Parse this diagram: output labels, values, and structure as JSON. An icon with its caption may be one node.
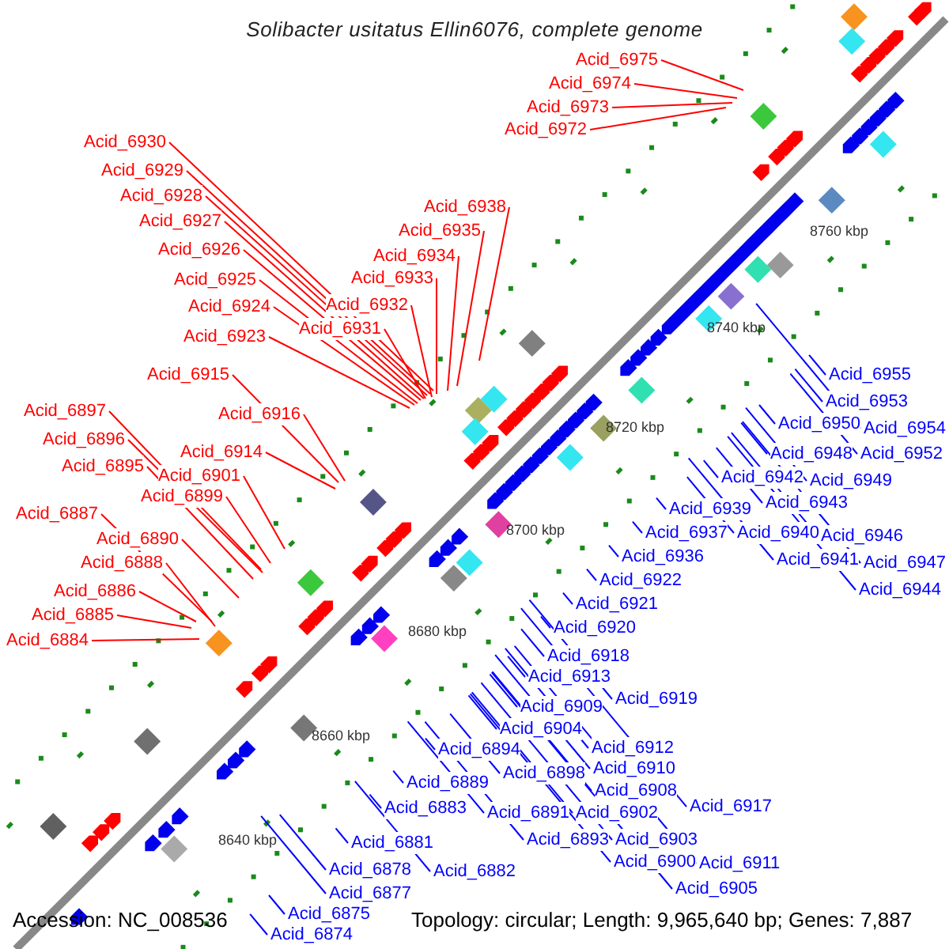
{
  "diagram": {
    "title": "Solibacter usitatus Ellin6076, complete genome",
    "nodes": [
      {
        "text": [
          "Acid_6975"
        ]
      },
      {
        "text": [
          "Acid_6974"
        ]
      },
      {
        "text": [
          "Acid_6973"
        ]
      },
      {
        "text": [
          "Acid_6972"
        ]
      },
      {
        "text": [
          "Acid_6930"
        ]
      },
      {
        "text": [
          "Acid_6929"
        ]
      },
      {
        "text": [
          "Acid_6928"
        ]
      },
      {
        "text": [
          "Acid_6938"
        ]
      },
      {
        "text": [
          "Acid_6927"
        ]
      },
      {
        "text": [
          "Acid_6935"
        ]
      },
      {
        "text": [
          "Acid_6926"
        ]
      },
      {
        "text": [
          "Acid_6934"
        ]
      },
      {
        "text": [
          "Acid_6933"
        ]
      },
      {
        "text": [
          "Acid_6925"
        ]
      },
      {
        "text": [
          "Acid_6932"
        ]
      },
      {
        "text": [
          "Acid_6924"
        ]
      },
      {
        "text": [
          "Acid_6931"
        ]
      },
      {
        "text": [
          "Acid_6923"
        ]
      },
      {
        "text": [
          "Acid_6915"
        ]
      },
      {
        "text": [
          "Acid_6955"
        ]
      },
      {
        "text": [
          "Acid_6953"
        ]
      },
      {
        "text": [
          "Acid_6897"
        ]
      },
      {
        "text": [
          "Acid_6916"
        ]
      },
      {
        "text": [
          "Acid_6950"
        ]
      },
      {
        "text": [
          "Acid_6954"
        ]
      },
      {
        "text": [
          "Acid_6896"
        ]
      },
      {
        "text": [
          "Acid_6914"
        ]
      },
      {
        "text": [
          "Acid_6948"
        ]
      },
      {
        "text": [
          "Acid_6952"
        ]
      },
      {
        "text": [
          "Acid_6895"
        ]
      },
      {
        "text": [
          "Acid_6901"
        ]
      },
      {
        "text": [
          "Acid_6942"
        ]
      },
      {
        "text": [
          "Acid_6949"
        ]
      },
      {
        "text": [
          "Acid_6899"
        ]
      },
      {
        "text": [
          "Acid_6943"
        ]
      },
      {
        "text": [
          "Acid_6939"
        ]
      },
      {
        "text": [
          "Acid_6887"
        ]
      },
      {
        "text": [
          "Acid_6937"
        ]
      },
      {
        "text": [
          "Acid_6940"
        ]
      },
      {
        "text": [
          "Acid_6946"
        ]
      },
      {
        "text": [
          "Acid_6890"
        ]
      },
      {
        "text": [
          "Acid_6936"
        ]
      },
      {
        "text": [
          "Acid_6941"
        ]
      },
      {
        "text": [
          "Acid_6888"
        ]
      },
      {
        "text": [
          "Acid_6947"
        ]
      },
      {
        "text": [
          "Acid_6922"
        ]
      },
      {
        "text": [
          "Acid_6944"
        ]
      },
      {
        "text": [
          "Acid_6886"
        ]
      },
      {
        "text": [
          "Acid_6921"
        ]
      },
      {
        "text": [
          "Acid_6885"
        ]
      },
      {
        "text": [
          "Acid_6920"
        ]
      },
      {
        "text": [
          "Acid_6884"
        ]
      },
      {
        "text": [
          "Acid_6918"
        ]
      },
      {
        "text": [
          "Acid_6913"
        ]
      },
      {
        "text": [
          "Acid_6919"
        ]
      },
      {
        "text": [
          "Acid_6909"
        ]
      },
      {
        "text": [
          "Acid_6904"
        ]
      },
      {
        "text": [
          "Acid_6912"
        ]
      },
      {
        "text": [
          "Acid_6894"
        ]
      },
      {
        "text": [
          "Acid_6910"
        ]
      },
      {
        "text": [
          "Acid_6898"
        ]
      },
      {
        "text": [
          "Acid_6889"
        ]
      },
      {
        "text": [
          "Acid_6908"
        ]
      },
      {
        "text": [
          "Acid_6917"
        ]
      },
      {
        "text": [
          "Acid_6883"
        ]
      },
      {
        "text": [
          "Acid_6891"
        ]
      },
      {
        "text": [
          "Acid_6902"
        ]
      },
      {
        "text": [
          "Acid_6893"
        ]
      },
      {
        "text": [
          "Acid_6903"
        ]
      },
      {
        "text": [
          "Acid_6881"
        ]
      },
      {
        "text": [
          "Acid_6900"
        ]
      },
      {
        "text": [
          "Acid_6911"
        ]
      },
      {
        "text": [
          "Acid_6878"
        ]
      },
      {
        "text": [
          "Acid_6882"
        ]
      },
      {
        "text": [
          "Acid_6905"
        ]
      },
      {
        "text": [
          "Acid_6877"
        ]
      },
      {
        "text": [
          "Acid_6875"
        ]
      },
      {
        "text": [
          "Acid_6874"
        ]
      }
    ],
    "edges": [
      {
        "from": 0,
        "to": null,
        "arrow": "none",
        "color": "#ff0000"
      },
      {
        "from": 1,
        "to": null,
        "arrow": "none",
        "color": "#ff0000"
      },
      {
        "from": 2,
        "to": null,
        "arrow": "none",
        "color": "#ff0000"
      },
      {
        "from": 3,
        "to": null,
        "arrow": "none",
        "color": "#ff0000"
      },
      {
        "from": 4,
        "to": null,
        "arrow": "none",
        "color": "#ff0000"
      },
      {
        "from": 5,
        "to": null,
        "arrow": "none",
        "color": "#ff0000"
      },
      {
        "from": 6,
        "to": null,
        "arrow": "none",
        "color": "#ff0000"
      },
      {
        "from": 7,
        "to": null,
        "arrow": "none",
        "color": "#ff0000"
      },
      {
        "from": 8,
        "to": null,
        "arrow": "none",
        "color": "#ff0000"
      },
      {
        "from": 9,
        "to": null,
        "arrow": "none",
        "color": "#ff0000"
      },
      {
        "from": 10,
        "to": null,
        "arrow": "none",
        "color": "#ff0000"
      },
      {
        "from": 11,
        "to": null,
        "arrow": "none",
        "color": "#ff0000"
      },
      {
        "from": 12,
        "to": null,
        "arrow": "none",
        "color": "#ff0000"
      },
      {
        "from": 13,
        "to": null,
        "arrow": "none",
        "color": "#ff0000"
      },
      {
        "from": 14,
        "to": null,
        "arrow": "none",
        "color": "#ff0000"
      },
      {
        "from": 15,
        "to": null,
        "arrow": "none",
        "color": "#ff0000"
      },
      {
        "from": 16,
        "to": null,
        "arrow": "none",
        "color": "#ff0000"
      },
      {
        "from": 17,
        "to": null,
        "arrow": "none",
        "color": "#ff0000"
      },
      {
        "from": 18,
        "to": null,
        "arrow": "none",
        "color": "#ff0000"
      },
      {
        "from": 19,
        "to": null,
        "arrow": "none"
      },
      {
        "from": 20,
        "to": null,
        "arrow": "none"
      },
      {
        "from": 21,
        "to": null,
        "arrow": "none",
        "color": "#ff0000"
      },
      {
        "from": 22,
        "to": null,
        "arrow": "none",
        "color": "#ff0000"
      },
      {
        "from": 23,
        "to": null,
        "arrow": "none"
      },
      {
        "from": 24,
        "to": null,
        "arrow": "none"
      },
      {
        "from": 25,
        "to": null,
        "arrow": "none",
        "color": "#ff0000"
      },
      {
        "from": 26,
        "to": null,
        "arrow": "none",
        "color": "#ff0000"
      },
      {
        "from": 27,
        "to": null,
        "arrow": "none"
      },
      {
        "from": 28,
        "to": null,
        "arrow": "none"
      },
      {
        "from": 29,
        "to": null,
        "arrow": "none",
        "color": "#ff0000"
      },
      {
        "from": 30,
        "to": null,
        "arrow": "none",
        "color": "#ff0000"
      },
      {
        "from": 31,
        "to": null,
        "arrow": "none"
      },
      {
        "from": 32,
        "to": null,
        "arrow": "none"
      },
      {
        "from": 33,
        "to": null,
        "arrow": "none",
        "color": "#ff0000"
      },
      {
        "from": 34,
        "to": null,
        "arrow": "none"
      },
      {
        "from": 35,
        "to": null,
        "arrow": "none"
      },
      {
        "from": 36,
        "to": null,
        "arrow": "none",
        "color": "#ff0000"
      },
      {
        "from": 37,
        "to": null,
        "arrow": "none"
      },
      {
        "from": 38,
        "to": null,
        "arrow": "none"
      },
      {
        "from": 39,
        "to": null,
        "arrow": "none"
      },
      {
        "from": 40,
        "to": null,
        "arrow": "none",
        "color": "#ff0000"
      },
      {
        "from": 41,
        "to": null,
        "arrow": "none"
      },
      {
        "from": 42,
        "to": null,
        "arrow": "none"
      },
      {
        "from": 43,
        "to": null,
        "arrow": "none",
        "color": "#ff0000"
      },
      {
        "from": 44,
        "to": null,
        "arrow": "none"
      },
      {
        "from": 45,
        "to": null,
        "arrow": "none"
      },
      {
        "from": 46,
        "to": null,
        "arrow": "none"
      },
      {
        "from": 47,
        "to": null,
        "arrow": "none",
        "color": "#ff0000"
      },
      {
        "from": 48,
        "to": null,
        "arrow": "none"
      },
      {
        "from": 49,
        "to": null,
        "arrow": "none",
        "color": "#ff0000"
      },
      {
        "from": 50,
        "to": null,
        "arrow": "none"
      },
      {
        "from": 51,
        "to": null,
        "arrow": "none",
        "color": "#ff0000"
      },
      {
        "from": 52,
        "to": null,
        "arrow": "none"
      },
      {
        "from": 53,
        "to": null,
        "arrow": "none"
      },
      {
        "from": 54,
        "to": null,
        "arrow": "none"
      },
      {
        "from": 55,
        "to": null,
        "arrow": "none"
      },
      {
        "from": 56,
        "to": null,
        "arrow": "none"
      },
      {
        "from": 57,
        "to": null,
        "arrow": "none"
      },
      {
        "from": 58,
        "to": null,
        "arrow": "none"
      },
      {
        "from": 59,
        "to": null,
        "arrow": "none"
      },
      {
        "from": 60,
        "to": null,
        "arrow": "none"
      },
      {
        "from": 61,
        "to": null,
        "arrow": "none"
      },
      {
        "from": 62,
        "to": null,
        "arrow": "none"
      },
      {
        "from": 63,
        "to": null,
        "arrow": "none"
      },
      {
        "from": 64,
        "to": null,
        "arrow": "none"
      },
      {
        "from": 65,
        "to": null,
        "arrow": "none"
      },
      {
        "from": 66,
        "to": null,
        "arrow": "none"
      },
      {
        "from": 67,
        "to": null,
        "arrow": "none"
      },
      {
        "from": 68,
        "to": null,
        "arrow": "none"
      },
      {
        "from": 69,
        "to": null,
        "arrow": "none"
      },
      {
        "from": 70,
        "to": null,
        "arrow": "none"
      },
      {
        "from": 71,
        "to": null,
        "arrow": "none"
      },
      {
        "from": 72,
        "to": null,
        "arrow": "none"
      },
      {
        "from": 73,
        "to": null,
        "arrow": "none"
      },
      {
        "from": 74,
        "to": null,
        "arrow": "none"
      },
      {
        "from": 75,
        "to": null,
        "arrow": "none"
      },
      {
        "from": 76,
        "to": null,
        "arrow": "none"
      },
      {
        "from": 77,
        "to": null,
        "arrow": "none"
      }
    ],
    "labels": [
      "8760 kbp",
      "8740 kbp",
      "8720 kbp",
      "8700 kbp",
      "8680 kbp",
      "8660 kbp",
      "8640 kbp",
      "Accession: NC_008536",
      "Topology: circular; Length: 9,965,640 bp; Genes: 7,887"
    ]
  }
}
